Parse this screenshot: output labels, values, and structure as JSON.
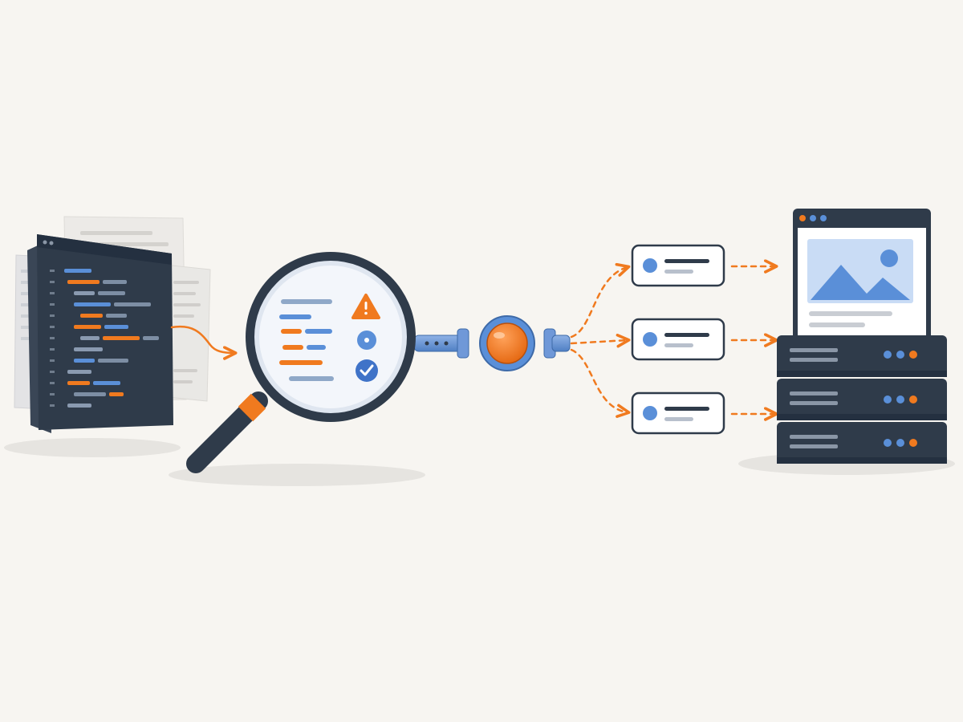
{
  "diagram": {
    "colors": {
      "background": "#f7f5f1",
      "navy": "#2f3b4a",
      "navy_dark": "#243040",
      "orange": "#f07a1f",
      "blue": "#5a8fd8",
      "blue_light": "#c9dcf5",
      "gray": "#c9cdd3",
      "white": "#ffffff"
    },
    "nodes": [
      {
        "id": "code-files",
        "icon": "code-editor-stack-icon"
      },
      {
        "id": "inspector",
        "icon": "magnifying-glass-icon",
        "markers": [
          "warning-icon",
          "info-icon",
          "check-icon"
        ]
      },
      {
        "id": "connector-hub",
        "icon": "pipe-connector-icon"
      },
      {
        "id": "message-cards",
        "icon": "message-card-icon",
        "count": 3
      },
      {
        "id": "server",
        "icon": "server-rack-icon",
        "units": 3
      },
      {
        "id": "web-preview",
        "icon": "browser-window-image-icon"
      }
    ],
    "edges": [
      {
        "from": "code-files",
        "to": "inspector",
        "style": "solid"
      },
      {
        "from": "inspector",
        "to": "connector-hub",
        "style": "pipe"
      },
      {
        "from": "connector-hub",
        "to": "message-cards",
        "style": "dashed",
        "count": 3
      },
      {
        "from": "message-cards",
        "to": "server",
        "style": "dashed",
        "count": 3
      }
    ]
  }
}
